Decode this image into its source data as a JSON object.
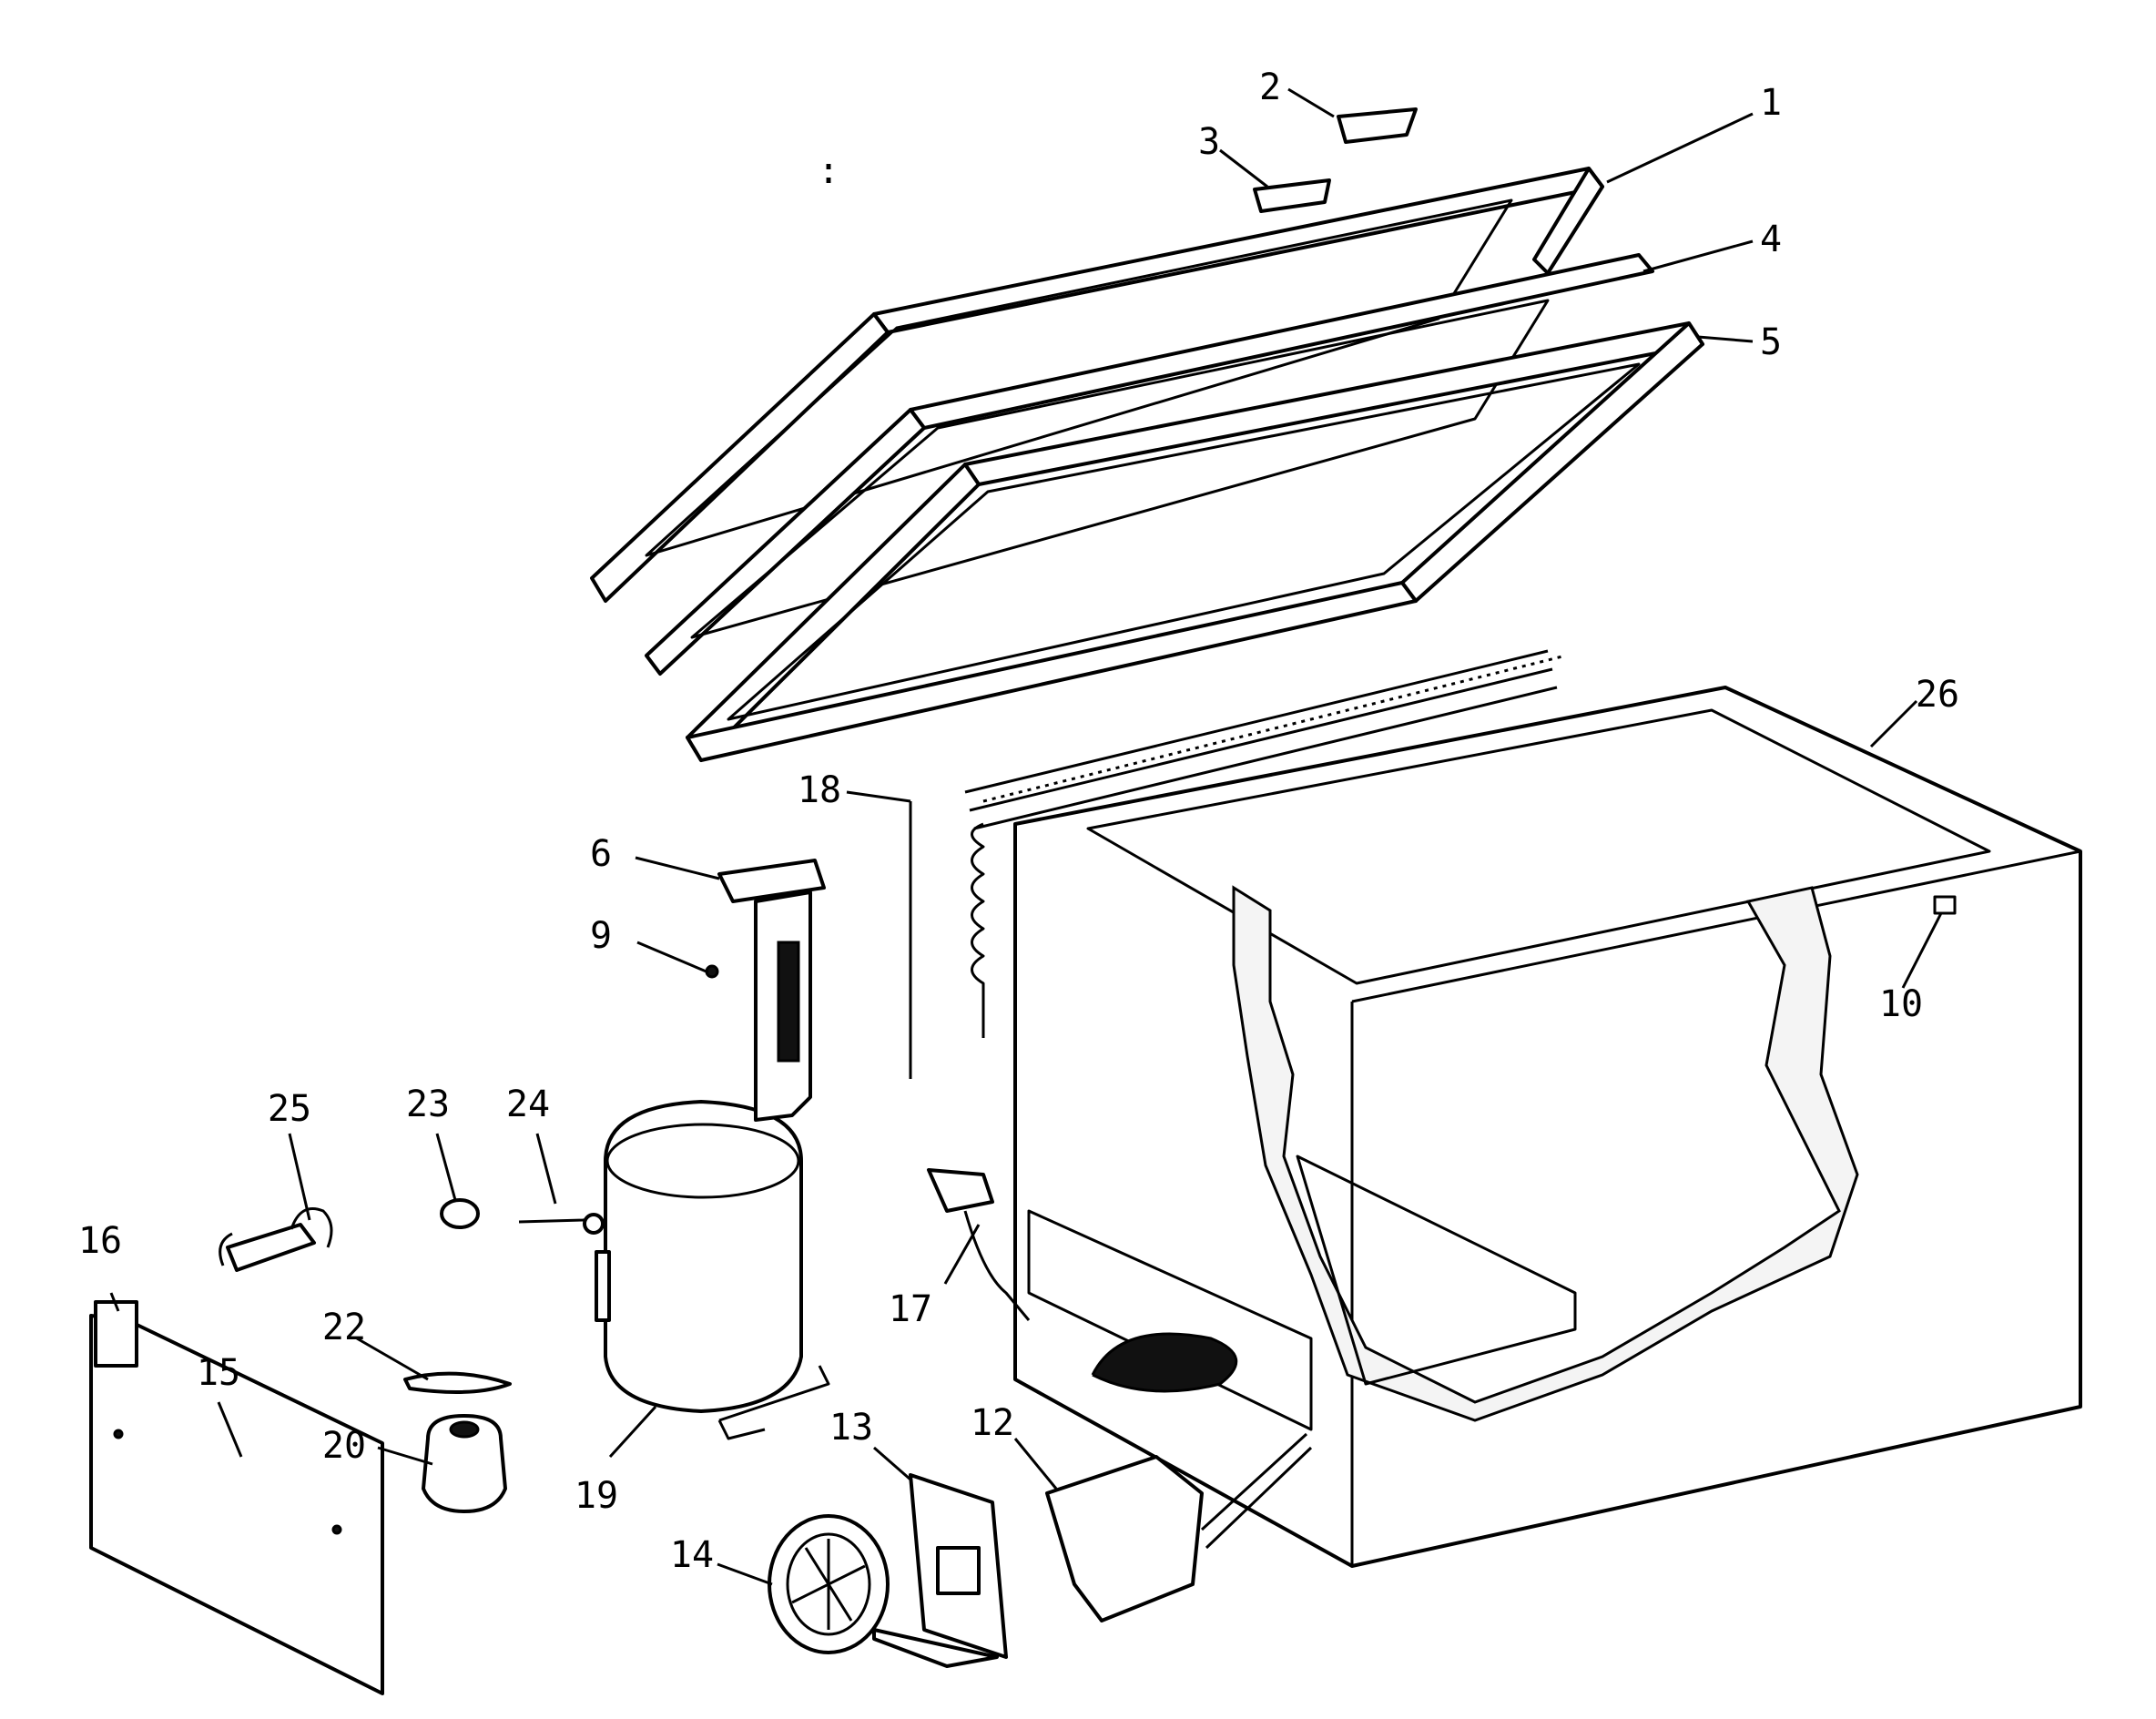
{
  "labels": {
    "p1": "1",
    "p2": "2",
    "p3": "3",
    "p4": "4",
    "p5": "5",
    "p6": "6",
    "p9": "9",
    "p10": "10",
    "p12": "12",
    "p13": "13",
    "p14": "14",
    "p15": "15",
    "p16": "16",
    "p17": "17",
    "p18": "18",
    "p19": "19",
    "p20": "20",
    "p22": "22",
    "p23": "23",
    "p24": "24",
    "p25": "25",
    "p26": "26"
  },
  "stray_mark": ":"
}
